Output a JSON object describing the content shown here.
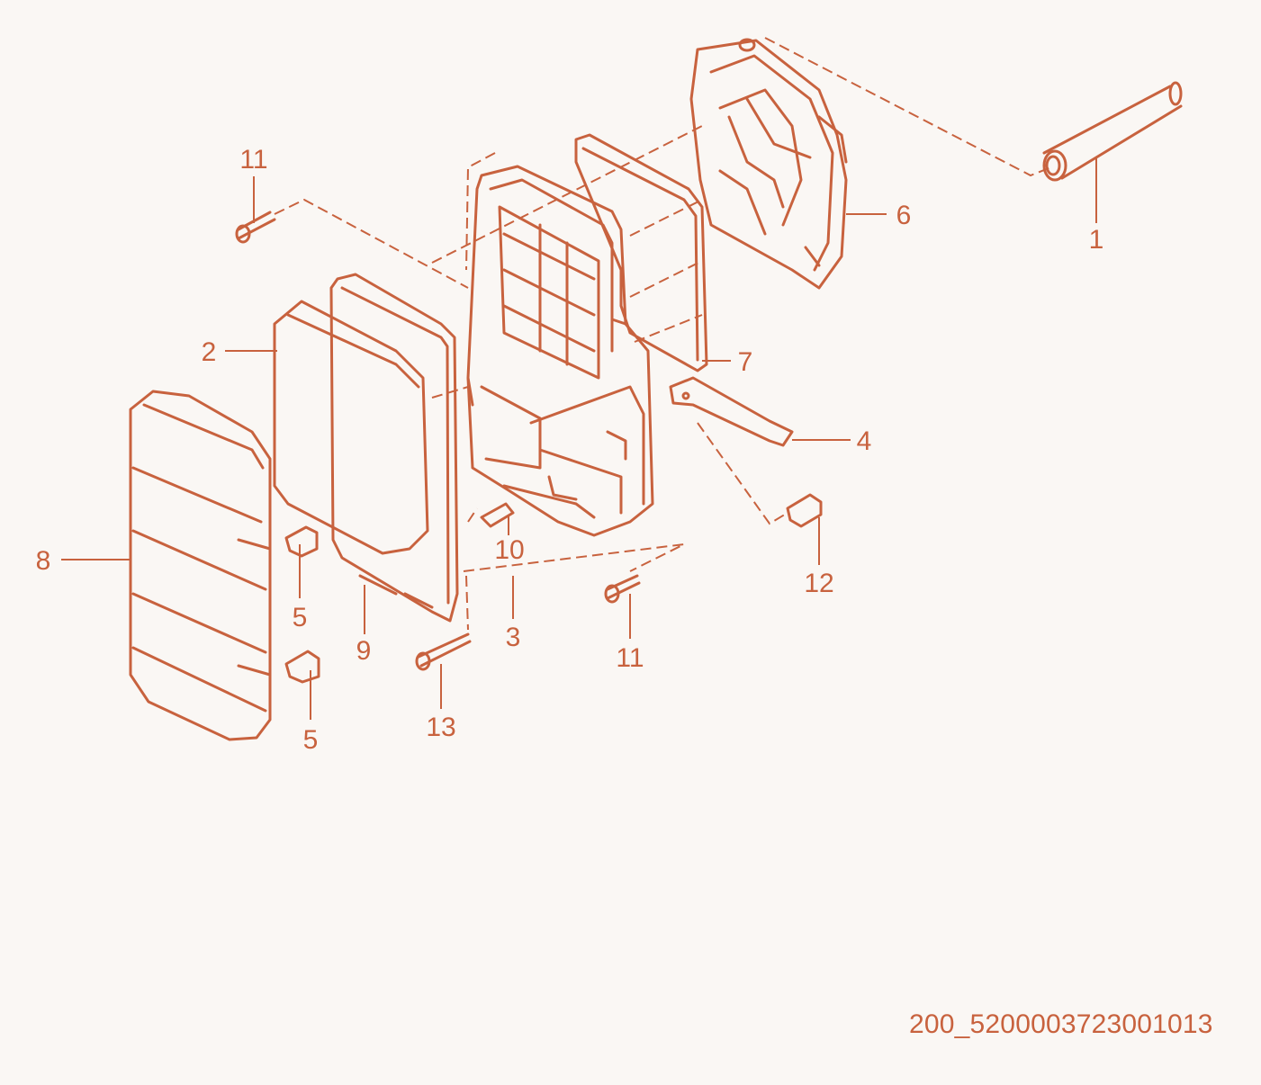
{
  "drawing": {
    "code": "200_5200003723001013",
    "ink_color": "#c8623e",
    "background": "#faf7f4"
  },
  "callouts": [
    {
      "id": "c11a",
      "number": "11"
    },
    {
      "id": "c6",
      "number": "6"
    },
    {
      "id": "c1",
      "number": "1"
    },
    {
      "id": "c2",
      "number": "2"
    },
    {
      "id": "c7",
      "number": "7"
    },
    {
      "id": "c4",
      "number": "4"
    },
    {
      "id": "c8",
      "number": "8"
    },
    {
      "id": "c10",
      "number": "10"
    },
    {
      "id": "c12",
      "number": "12"
    },
    {
      "id": "c5a",
      "number": "5"
    },
    {
      "id": "c9",
      "number": "9"
    },
    {
      "id": "c3",
      "number": "3"
    },
    {
      "id": "c11b",
      "number": "11"
    },
    {
      "id": "c5b",
      "number": "5"
    },
    {
      "id": "c13",
      "number": "13"
    }
  ]
}
